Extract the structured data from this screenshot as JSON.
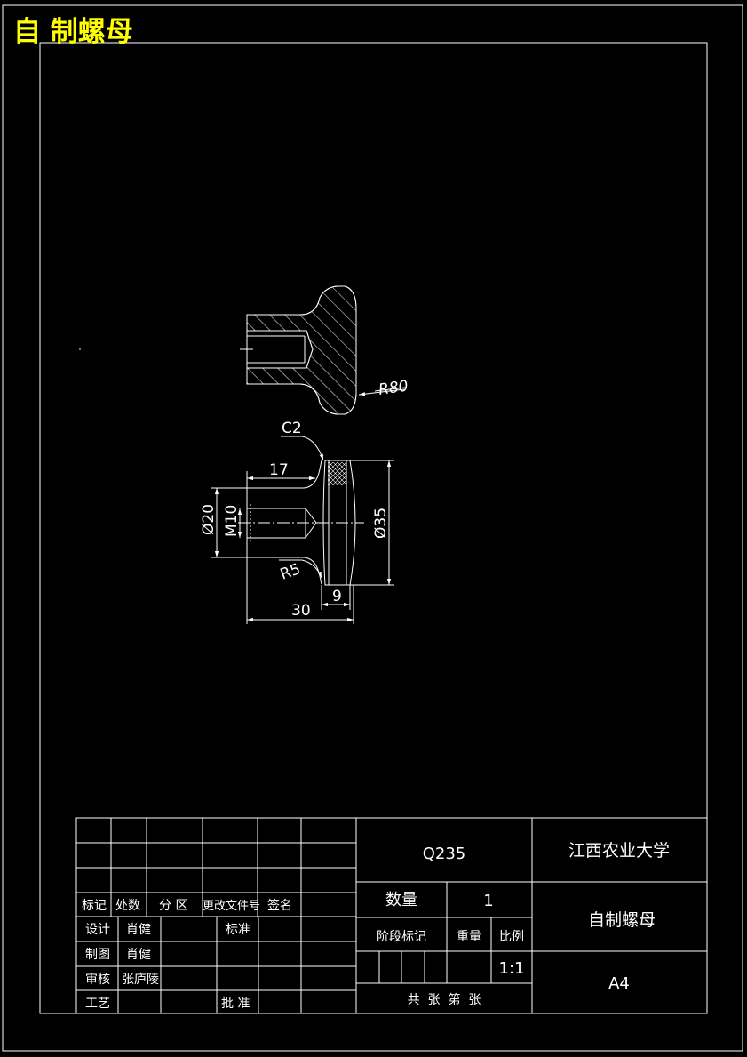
{
  "header": {
    "title": "自 制螺母"
  },
  "colors": {
    "background": "#000000",
    "lines": "#ffffff",
    "title": "#ffff00"
  },
  "drawing": {
    "dimensions": {
      "r80": "R80",
      "c2": "C2",
      "d17": "17",
      "phi20": "Ø20",
      "m10": "M10",
      "phi35": "Ø35",
      "r5": "R5",
      "d9": "9",
      "d30": "30"
    }
  },
  "title_block": {
    "material": "Q235",
    "school": "江西农业大学",
    "quantity_label": "数量",
    "quantity_value": "1",
    "stage_mark_label": "阶段标记",
    "weight_label": "重量",
    "scale_label": "比例",
    "scale_value": "1:1",
    "part_name": "自制螺母",
    "paper_size": "A4",
    "sheets_label": "共  张  第  张",
    "rev_headers": {
      "mark": "标记",
      "count": "处数",
      "zone": "分 区",
      "doc_no": "更改文件号",
      "signature": "签名"
    },
    "roles": {
      "design": {
        "label": "设计",
        "name": "肖健"
      },
      "standard": {
        "label": "标准"
      },
      "drawing": {
        "label": "制图",
        "name": "肖健"
      },
      "review": {
        "label": "审核",
        "name": "张庐陵"
      },
      "process": {
        "label": "工艺"
      },
      "approve": {
        "label": "批 准"
      }
    }
  }
}
